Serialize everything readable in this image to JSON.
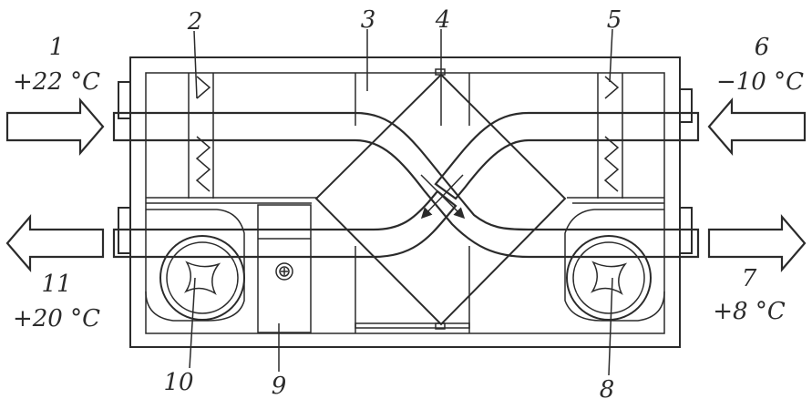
{
  "labels": {
    "n1": "1",
    "t1": "+22 °C",
    "n2": "2",
    "n3": "3",
    "n4": "4",
    "n5": "5",
    "n6": "6",
    "t6": "−10 °C",
    "n7": "7",
    "t7": "+8 °C",
    "n8": "8",
    "n9": "9",
    "n10": "10",
    "n11": "11",
    "t11": "+20 °C"
  },
  "colors": {
    "stroke": "#2b2b2b",
    "background": "#ffffff"
  }
}
